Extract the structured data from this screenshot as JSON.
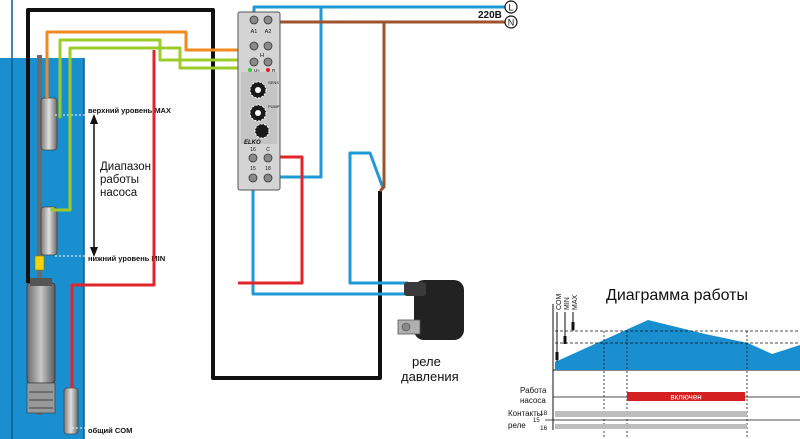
{
  "supply": {
    "voltage": "220В",
    "terminal_l": "L",
    "terminal_n": "N"
  },
  "well": {
    "level_max": "верхний уровень MAX",
    "level_min": "нижний уровень MIN",
    "level_common": "общий COM",
    "range_label": [
      "Диапазон",
      "работы",
      "насоса"
    ]
  },
  "relay_module": {
    "terminals_top": [
      "A1",
      "A2"
    ],
    "terminal_h": "H",
    "indicators": [
      "U≈",
      "R"
    ],
    "sens_label": "SENS",
    "pump_label": "PUMP",
    "brand": "ELKO",
    "terminals_bottom_top": [
      "16",
      "C"
    ],
    "terminals_bottom": [
      "15",
      "18"
    ]
  },
  "pressure_switch": {
    "label_lines": [
      "реле",
      "давления"
    ]
  },
  "timing_diagram": {
    "title": "Диаграмма работы",
    "level_labels": [
      "COM",
      "MIN",
      "MAX"
    ],
    "rows": [
      {
        "label_lines": [
          "Работа",
          "насоса"
        ]
      },
      {
        "label_lines": [
          "Контакты",
          "реле"
        ],
        "contact_labels": [
          "18",
          "15",
          "16"
        ]
      }
    ],
    "pump_state": "включен",
    "colors": {
      "water": "#1a8fd0",
      "pump_on": "#d42020",
      "contact": "#bdbdbd"
    }
  },
  "wire_colors": {
    "blue": "#1e9ad6",
    "brown": "#a0522d",
    "red": "#e0262a",
    "orange": "#f08a1e",
    "lime": "#9ccc2a",
    "black": "#111111"
  }
}
